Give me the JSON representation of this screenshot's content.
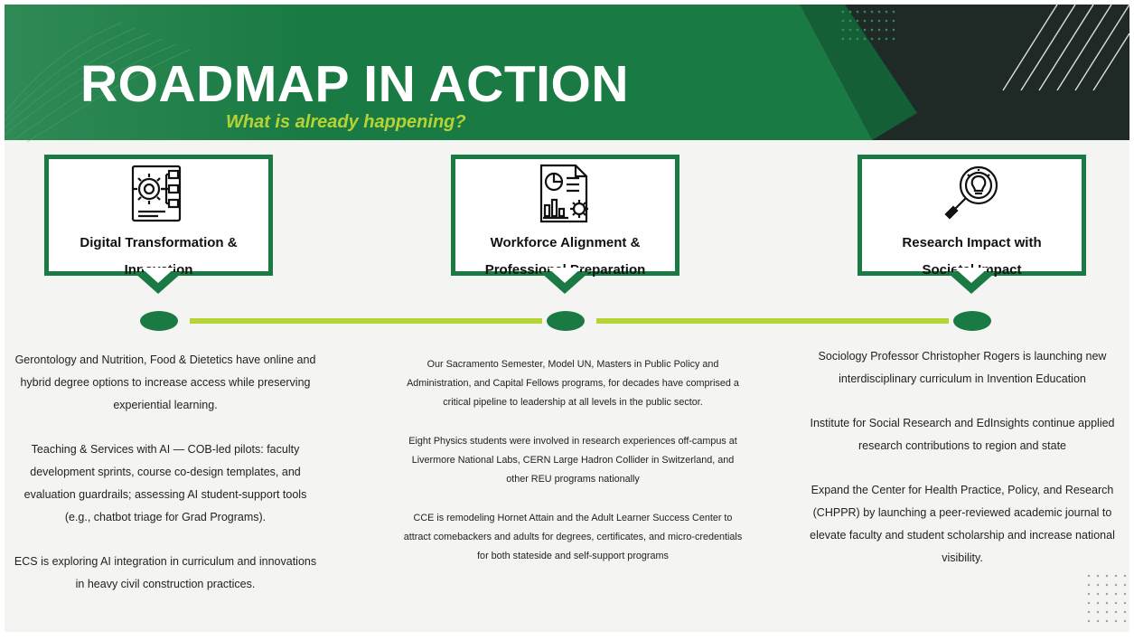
{
  "header": {
    "title": "ROADMAP IN ACTION",
    "subtitle": "What is already happening?"
  },
  "colors": {
    "dark_green": "#1a7a43",
    "darker_green": "#155f36",
    "charcoal": "#1f2a27",
    "lime": "#b5d334"
  },
  "pillars": [
    {
      "icon": "gear-lightbulb-flowchart-icon",
      "title_line1": "Digital Transformation &",
      "title_line2": "Innovation",
      "paragraphs": [
        "Gerontology and Nutrition, Food & Dietetics have online and hybrid degree options to increase access while preserving experiential learning.",
        "Teaching & Services with AI — COB-led pilots: faculty development sprints, course co-design templates, and evaluation guardrails; assessing AI student-support tools (e.g., chatbot triage for Grad Programs).",
        "ECS is exploring AI integration in curriculum and innovations in heavy civil construction practices."
      ]
    },
    {
      "icon": "report-chart-gear-icon",
      "title_line1": "Workforce Alignment &",
      "title_line2": "Professional Preparation",
      "paragraphs": [
        "Our Sacramento Semester, Model UN, Masters in Public Policy and Administration, and Capital Fellows programs, for decades have comprised a critical pipeline to leadership at all levels in the public sector.",
        "Eight Physics students were involved in research experiences off-campus at Livermore National Labs, CERN Large Hadron Collider in Switzerland, and other REU programs nationally",
        "CCE is remodeling Hornet Attain and the Adult Learner Success Center to attract comebackers and adults for degrees, certificates, and micro-credentials for both stateside and self-support programs"
      ]
    },
    {
      "icon": "magnifier-lightbulb-icon",
      "title_line1": "Research Impact with",
      "title_line2": "Societal Impact",
      "paragraphs": [
        "Sociology Professor Christopher Rogers is launching new interdisciplinary curriculum in Invention Education",
        "Institute for Social Research and EdInsights continue applied research contributions to region and state",
        "Expand the Center for Health Practice, Policy, and Research (CHPPR) by launching a peer-reviewed academic journal to elevate faculty and student scholarship and increase national visibility."
      ]
    }
  ]
}
